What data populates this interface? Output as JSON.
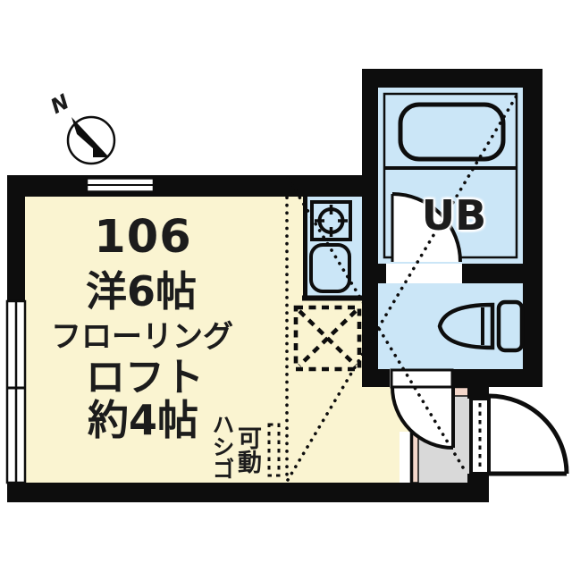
{
  "plan": {
    "compass_label": "N",
    "unit_number": "106",
    "room_size_label": "洋6帖",
    "flooring_label": "フローリング",
    "loft_label": "ロフト",
    "loft_size_label": "約4帖",
    "ladder_note_col_right": "可動",
    "ladder_note_col_left": "ハシゴ",
    "bath_label": "UB"
  },
  "colors": {
    "wall": "#0d0d0d",
    "room": "#faf4d1",
    "wet": "#cbe6f7",
    "genkan": "#d9d9d9",
    "step": "#f4d7ca",
    "text": "#1c1c1c",
    "bg": "#ffffff"
  }
}
